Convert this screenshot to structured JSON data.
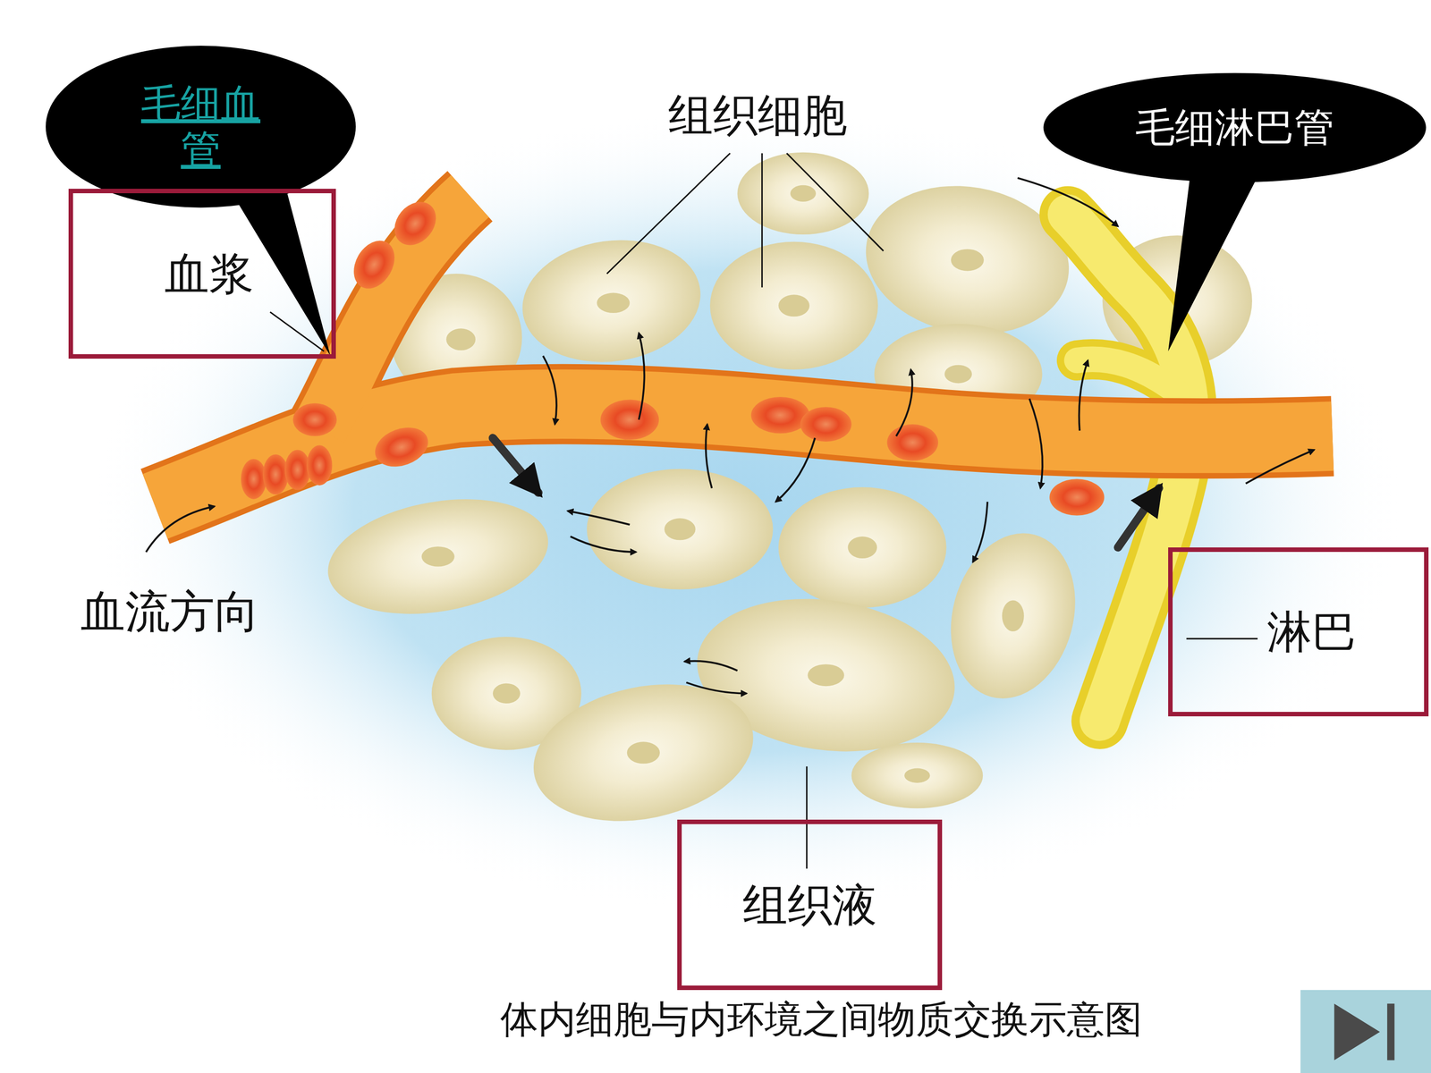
{
  "diagram": {
    "caption": "体内细胞与内环境之间物质交换示意图",
    "nodes": [
      {
        "text": [
          "毛细血管"
        ]
      },
      {
        "text": [
          "毛细淋巴管"
        ]
      },
      {
        "text": [
          "血浆"
        ]
      },
      {
        "text": [
          "淋巴"
        ]
      },
      {
        "text": [
          "组织液"
        ]
      }
    ],
    "labels": [
      "组织细胞",
      "血流方向"
    ]
  }
}
